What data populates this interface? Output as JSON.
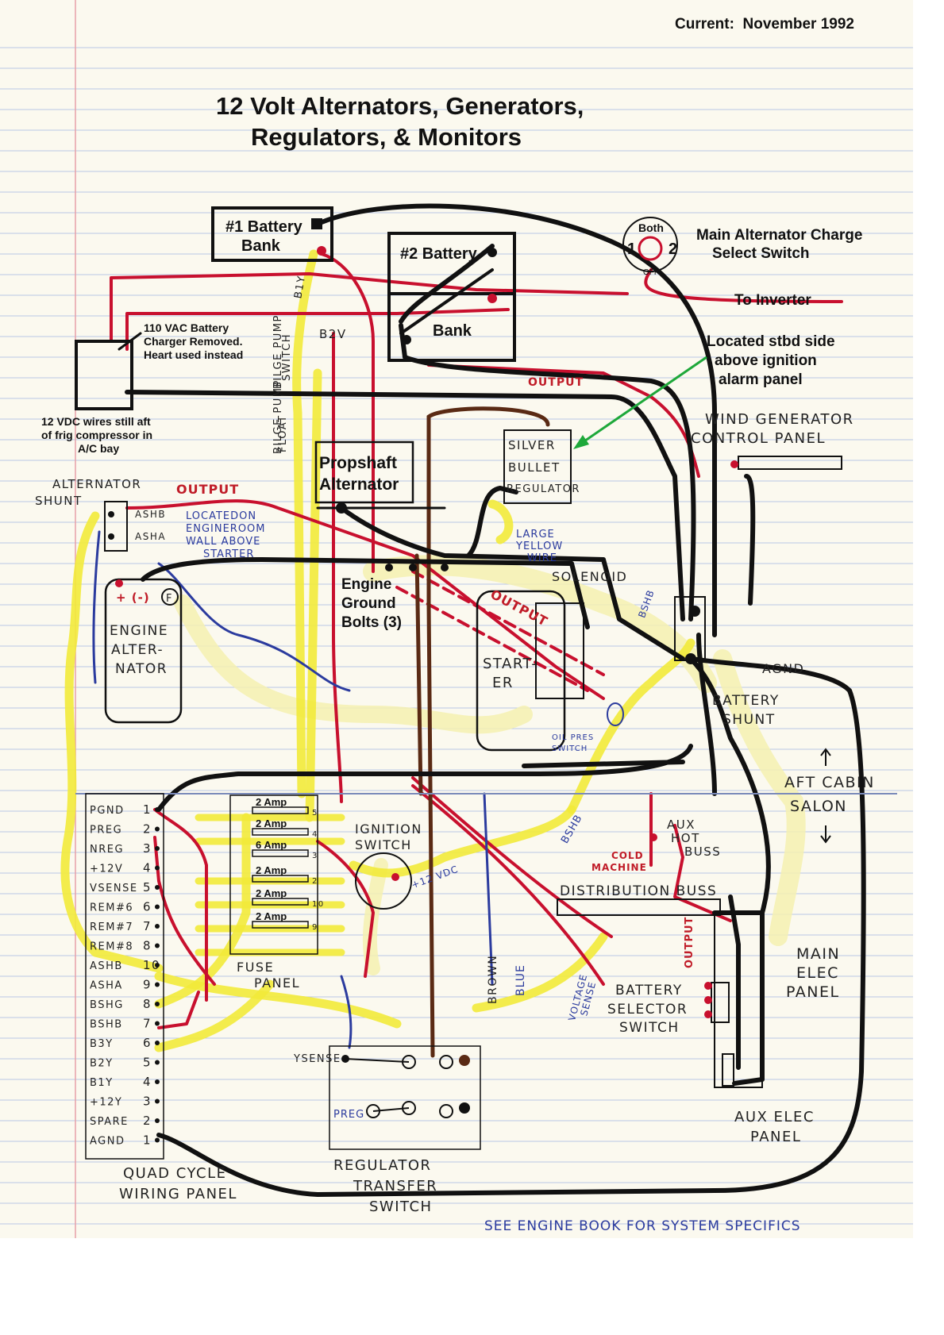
{
  "header": {
    "current": "Current:  November 1992",
    "title_line1": "12 Volt Alternators, Generators,",
    "title_line2": "Regulators, & Monitors"
  },
  "components": {
    "battery1_line1": "#1 Battery",
    "battery1_line2": "Bank",
    "battery2_line1": "#2 Battery",
    "battery2_line2": "Bank",
    "charge_switch_both": "Both",
    "charge_switch_1": "1",
    "charge_switch_2": "2",
    "charge_switch_off": "OFF",
    "charge_switch_label1": "Main Alternator Charge",
    "charge_switch_label2": "Select Switch",
    "to_inverter": "To Inverter",
    "located_line1": "Located stbd side",
    "located_line2": "above ignition",
    "located_line3": "alarm panel",
    "charger_note1": "110 VAC Battery",
    "charger_note2": "Charger Removed.",
    "charger_note3": "Heart used instead",
    "vdc_note1": "12 VDC wires still aft",
    "vdc_note2": "of frig compressor in",
    "vdc_note3": "A/C bay",
    "propshaft1": "Propshaft",
    "propshaft2": "Alternator",
    "engine_ground1": "Engine",
    "engine_ground2": "Ground",
    "engine_ground3": "Bolts (3)"
  },
  "handwritten": {
    "output_top": "OUTPUT",
    "output_left": "OUTPUT",
    "output_diag": "OUTPUT",
    "output_vert": "OUTPUT",
    "b1y": "B1Y",
    "b2v": "B2V",
    "bilge1": "BILGE PUMP",
    "bilge2": "SWITCH",
    "bilge3": "BILGE PUMP",
    "bilge4": "FLOAT",
    "silver1": "SILVER",
    "silver2": "BULLET",
    "silver3": "REGULATOR",
    "wind1": "WIND GENERATOR",
    "wind2": "CONTROL PANEL",
    "alt_shunt1": "ALTERNATOR",
    "alt_shunt2": "SHUNT",
    "ashb": "ASHB",
    "asha": "ASHA",
    "located_er1": "LOCATEDON",
    "located_er2": "ENGINEROOM",
    "located_er3": "WALL ABOVE",
    "located_er4": "STARTER",
    "large1": "LARGE",
    "large2": "YELLOW",
    "large3": "WIRE",
    "solenoid": "SOLENOID",
    "engine_alt1": "ENGINE",
    "engine_alt2": "ALTER-",
    "engine_alt3": "NATOR",
    "plus_minus": "+ (-)",
    "f_mark": "F",
    "bshb_top": "BSHB",
    "starter1": "START-",
    "starter2": "ER",
    "oil1": "OIL PRES",
    "oil2": "SWITCH",
    "battery_shunt1": "BATTERY",
    "battery_shunt2": "SHUNT",
    "agnd_top": "AGND",
    "aft_cabin": "AFT CABIN",
    "salon": "SALON",
    "ignition1": "IGNITION",
    "ignition2": "SWITCH",
    "plus12vdc": "+12 VDC",
    "bshb_mid": "BSHB",
    "aux1": "AUX",
    "aux2": "HOT",
    "aux3": "BUSS",
    "cold1": "COLD",
    "cold2": "MACHINE",
    "dist_buss": "DISTRIBUTION BUSS",
    "main_elec1": "MAIN",
    "main_elec2": "ELEC",
    "main_elec3": "PANEL",
    "batt_sel1": "BATTERY",
    "batt_sel2": "SELECTOR",
    "batt_sel3": "SWITCH",
    "aux_elec1": "AUX ELEC",
    "aux_elec2": "PANEL",
    "fuse1": "FUSE",
    "fuse2": "PANEL",
    "brown": "BROWN",
    "blue": "BLUE",
    "voltage1": "VOLTAGE",
    "voltage2": "SENSE",
    "ysense": "YSENSE",
    "preg": "PREG",
    "rts1": "REGULATOR",
    "rts2": "TRANSFER",
    "rts3": "SWITCH",
    "quad1": "QUAD CYCLE",
    "quad2": "WIRING PANEL",
    "see_engine": "SEE ENGINE BOOK FOR SYSTEM SPECIFICS"
  },
  "fuse_panel": {
    "fuses": [
      "2 Amp",
      "2 Amp",
      "6 Amp",
      "2 Amp",
      "2 Amp",
      "2 Amp"
    ],
    "terminals": [
      "5",
      "4",
      "3",
      "2",
      "10",
      "9"
    ]
  },
  "quad_panel": {
    "terminals": [
      {
        "name": "PGND",
        "num": "1"
      },
      {
        "name": "PREG",
        "num": "2"
      },
      {
        "name": "NREG",
        "num": "3"
      },
      {
        "name": "+12V",
        "num": "4"
      },
      {
        "name": "VSENSE",
        "num": "5"
      },
      {
        "name": "REM#6",
        "num": "6"
      },
      {
        "name": "REM#7",
        "num": "7"
      },
      {
        "name": "REM#8",
        "num": "8"
      },
      {
        "name": "ASHB",
        "num": "10"
      },
      {
        "name": "ASHA",
        "num": "9"
      },
      {
        "name": "BSHG",
        "num": "8"
      },
      {
        "name": "BSHB",
        "num": "7"
      },
      {
        "name": "B3Y",
        "num": "6"
      },
      {
        "name": "B2Y",
        "num": "5"
      },
      {
        "name": "B1Y",
        "num": "4"
      },
      {
        "name": "+12Y",
        "num": "3"
      },
      {
        "name": "SPARE",
        "num": "2"
      },
      {
        "name": "AGND",
        "num": "1"
      }
    ]
  },
  "colors": {
    "paper": "#ffffff",
    "rule_line": "#b9c6e6",
    "margin_line": "#e8a0a8",
    "wire_black": "#111111",
    "wire_red": "#c8102e",
    "wire_yellow": "#f2ea3a",
    "wire_blue": "#2b3b9e",
    "wire_brown": "#5a2a14",
    "arrow_green": "#1ea83a"
  }
}
